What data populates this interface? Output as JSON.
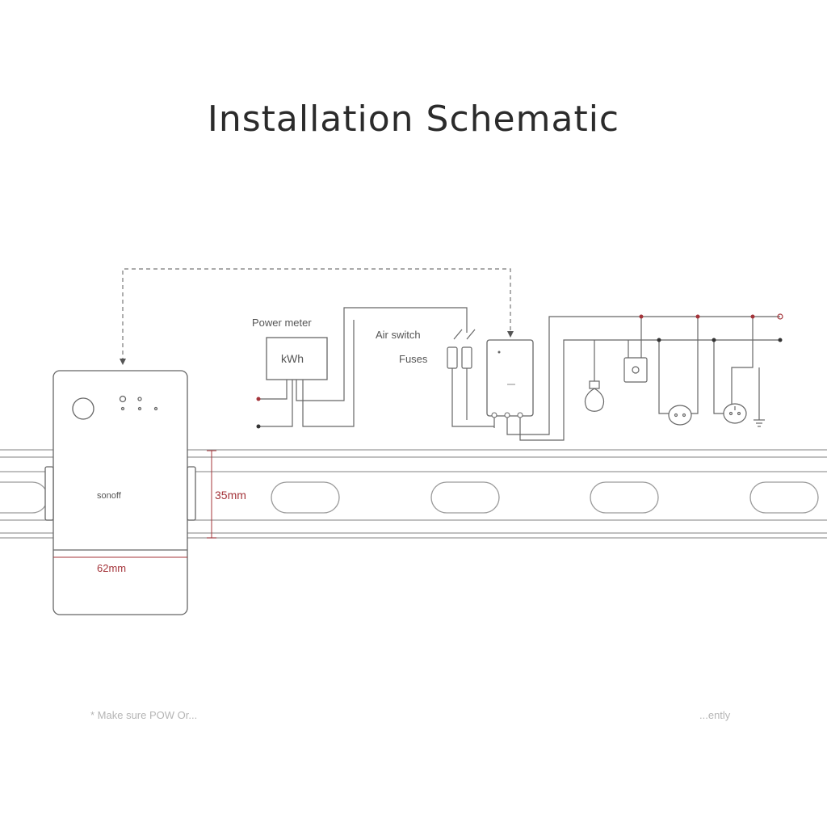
{
  "title": "Installation Schematic",
  "labels": {
    "power_meter": "Power meter",
    "kwh": "kWh",
    "air_switch": "Air switch",
    "fuses": "Fuses",
    "rail_height": "35mm",
    "device_width": "62mm",
    "brand": "sonoff"
  },
  "footnote": {
    "left": "* Make sure POW Or...",
    "right": "...ently"
  },
  "colors": {
    "accent": "#a4343a",
    "line": "#555555",
    "rail": "#9a9a9a"
  }
}
